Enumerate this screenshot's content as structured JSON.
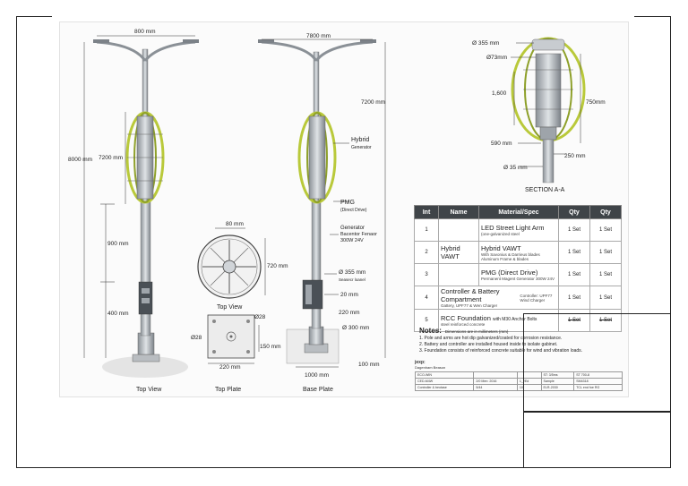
{
  "labels": {
    "side_top_width": "800 mm",
    "side_height": "8000 mm",
    "side_turbine_height": "7200 mm",
    "side_lower": "900 mm",
    "side_bottom": "400 mm",
    "side_caption": "Top View",
    "front_top_width": "7800 mm",
    "front_height": "7200 mm",
    "front_hybrid": "Hybrid",
    "front_hybrid2": "Generator",
    "front_pmg": "PMG",
    "front_pmg2": "(Direct Drive)",
    "front_gen": "Generator",
    "front_gen2": "Bacentor Fenaor",
    "front_gen3": "300W 24V",
    "front_d355": "Ø 355 mm",
    "front_d355b": "Seasecr loanel",
    "front_20": "20 mm",
    "front_220": "220 mm",
    "front_d300": "Ø 300 mm",
    "front_1000": "1000 mm",
    "front_100": "100 mm",
    "front_caption": "Base Plate",
    "top_80": "80 mm",
    "top_720": "720 mm",
    "top_caption": "Top View",
    "plate_d28a": "Ø28",
    "plate_d28b": "Ø28",
    "plate_150": "150 mm",
    "plate_220": "220 mm",
    "plate_caption": "Top Plate",
    "sec_d355": "Ø 355 mm",
    "sec_d73": "Ø73mm",
    "sec_1600": "1,600",
    "sec_750": "750mm",
    "sec_590": "590 mm",
    "sec_250": "250 mm",
    "sec_d35": "Ø 35 mm",
    "sec_caption": "SECTION A-A"
  },
  "table": {
    "headers": [
      "Int",
      "Name",
      "Material/Spec",
      "Qty",
      "Qty"
    ],
    "rows": [
      {
        "int": "1",
        "name": "",
        "spec": "LED Street Light Arm",
        "spec_sub": "(one-galvanized steel",
        "extra": "",
        "q1": "1 Set",
        "q2": "1 Set"
      },
      {
        "int": "2",
        "name": "Hybrid VAWT",
        "spec": "Hybrid VAWT",
        "spec_sub": "With Savonius & Darrieus blades Aluminum Frame & blades",
        "extra": "",
        "q1": "1 Set",
        "q2": "1 Set"
      },
      {
        "int": "3",
        "name": "",
        "spec": "PMG (Direct Drive)",
        "spec_sub": "Permanent Magent Generator 300W 24V",
        "extra": "",
        "q1": "1 Set",
        "q2": "1 Set"
      },
      {
        "int": "4",
        "name": "Controller & Battery Compartment",
        "name_sub": "Gattery, UPF77 & Wen Charger",
        "spec": "",
        "spec_sub": "",
        "extra": "Controller: UPF77 Wind Charger",
        "q1": "1 Set",
        "q2": "1 Set"
      },
      {
        "int": "5",
        "name": "RCC Foundation",
        "name_sub": "steel reinforced concrete",
        "spec": "with M30 Anchor Bolts",
        "spec_sub": "",
        "extra": "",
        "q1": "1 Set",
        "q2": "1 Set"
      }
    ]
  },
  "notes": {
    "heading": "Notes:",
    "heading_sub": "Dimensions are in millimeters (mm)",
    "items": [
      "1. Pole and arms are hot dip galvanized/coated for corrosion resistance.",
      "2. Battery and controller are installed housed inside to isolate gabinet.",
      "3. Foundation consists of reinforced concrete suitable for wind and vibration loads."
    ]
  },
  "title_block": {
    "logo": "jexp:",
    "sub": "Dagenham Beason",
    "rows": [
      [
        "ECO-WIN",
        "",
        "ST: 3/5ms",
        "ST 700-8"
      ],
      [
        "CED-M4W",
        "2/0 Men: 2016",
        "1_2Ed",
        "Sample",
        "SM4318"
      ],
      [
        "Controller & beotase",
        "5/44",
        "10",
        "ELR-2030",
        "TCL end foe RG"
      ]
    ]
  }
}
